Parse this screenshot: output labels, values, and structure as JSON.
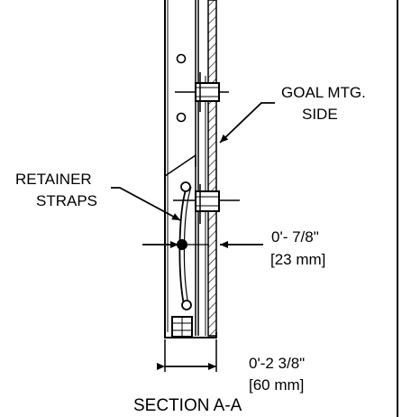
{
  "callouts": {
    "goal_side_line1": "GOAL MTG.",
    "goal_side_line2": "SIDE",
    "retainer_line1": "RETAINER",
    "retainer_line2": "STRAPS"
  },
  "dimensions": {
    "depth_imperial": "0'- 7/8\"",
    "depth_metric": "[23 mm]",
    "width_imperial": "0'-2 3/8\"",
    "width_metric": "[60 mm]"
  },
  "title": "SECTION A-A"
}
